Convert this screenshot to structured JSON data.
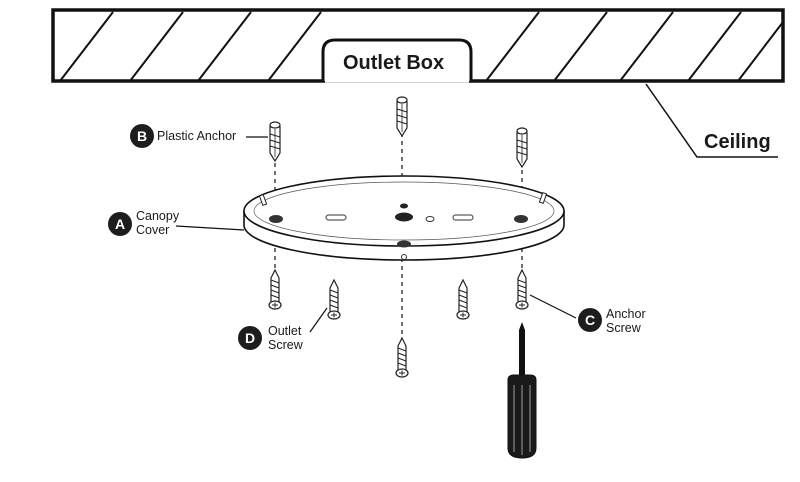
{
  "diagram": {
    "outlet_box_label": "Outlet Box",
    "ceiling_label": "Ceiling",
    "parts": [
      {
        "letter": "A",
        "line1": "Canopy",
        "line2": "Cover"
      },
      {
        "letter": "B",
        "line1": "Plastic Anchor",
        "line2": ""
      },
      {
        "letter": "C",
        "line1": "Anchor",
        "line2": "Screw"
      },
      {
        "letter": "D",
        "line1": "Outlet",
        "line2": "Screw"
      }
    ]
  }
}
